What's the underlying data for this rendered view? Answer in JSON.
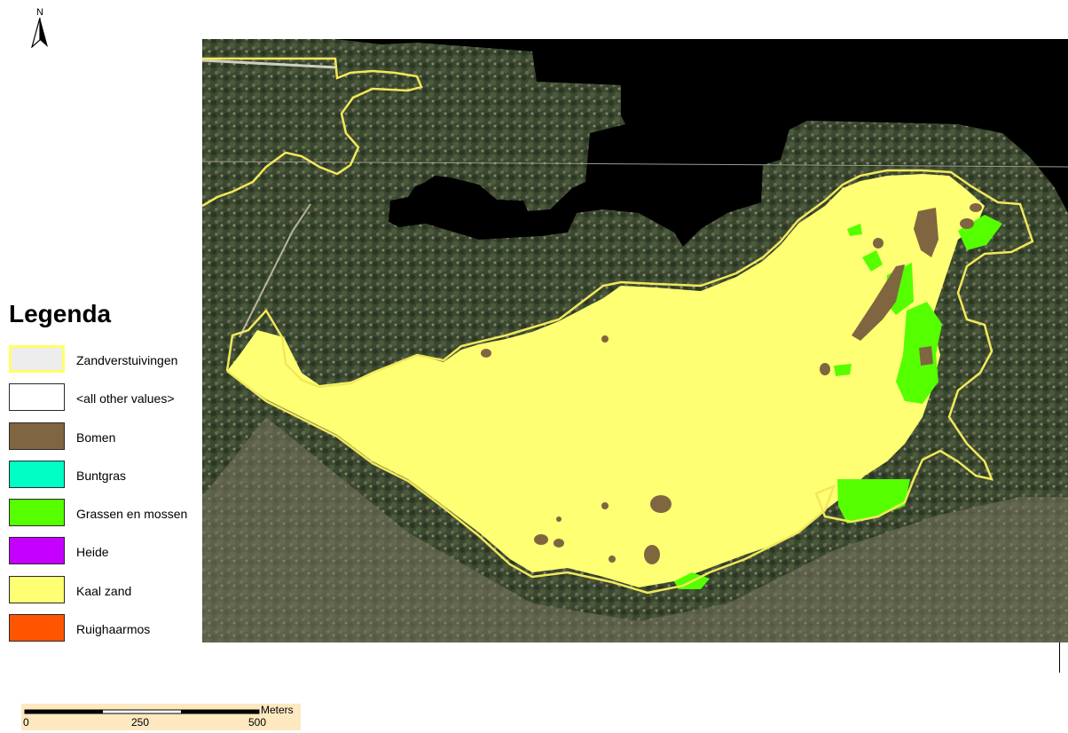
{
  "north_arrow": {
    "label": "N",
    "icon": "north-arrow-icon"
  },
  "legend": {
    "title": "Legenda",
    "items": [
      {
        "label": "Zandverstuivingen",
        "fill": "#ededed",
        "border": "#ffff66",
        "style": "outline"
      },
      {
        "label": "<all other values>",
        "fill": "#ffffff",
        "border": "#2a2a2a",
        "style": "fill"
      },
      {
        "label": "Bomen",
        "fill": "#7f6640",
        "border": "#2a2a2a",
        "style": "fill"
      },
      {
        "label": "Buntgras",
        "fill": "#00ffc5",
        "border": "#2a2a2a",
        "style": "fill"
      },
      {
        "label": "Grassen en mossen",
        "fill": "#55ff00",
        "border": "#2a2a2a",
        "style": "fill"
      },
      {
        "label": "Heide",
        "fill": "#c500ff",
        "border": "#2a2a2a",
        "style": "fill"
      },
      {
        "label": "Kaal zand",
        "fill": "#ffff73",
        "border": "#2a2a2a",
        "style": "fill"
      },
      {
        "label": "Ruighaarmos",
        "fill": "#ff5500",
        "border": "#2a2a2a",
        "style": "fill"
      }
    ]
  },
  "scale_bar": {
    "unit": "Meters",
    "labels": [
      "0",
      "250",
      "500"
    ],
    "background": "#fde8c0"
  },
  "map": {
    "background": "#000000",
    "imagery_color": "#3d4a32",
    "sand_color": "#ffff73",
    "trees_color": "#7f6640",
    "grass_color": "#55ff00",
    "boundary_color": "#f2e85a"
  }
}
